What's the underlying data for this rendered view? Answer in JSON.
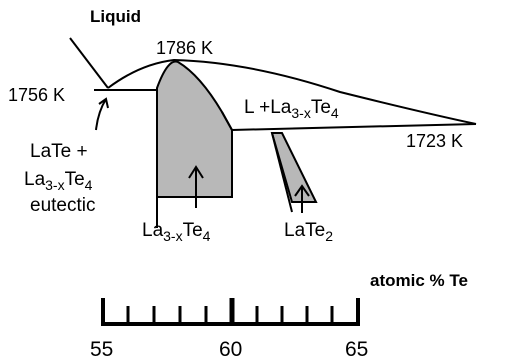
{
  "labels": {
    "liquid": "Liquid",
    "t_1786": "1786 K",
    "t_1756": "1756 K",
    "t_1723": "1723 K",
    "l_plus_prefix": "L +La",
    "l_plus_sub": "3-x",
    "l_plus_suffix": "Te",
    "l_plus_sub2": "4",
    "late_plus": "LaTe +",
    "eut_la": "La",
    "eut_sub": "3-x",
    "eut_te": "Te",
    "eut_sub2": "4",
    "eutectic": "eutectic",
    "phase_la": "La",
    "phase_sub": "3-x",
    "phase_te": "Te",
    "phase_sub2": "4",
    "late2_main": "LaTe",
    "late2_sub": "2",
    "axis_title": "atomic % Te"
  },
  "axis": {
    "ticks": [
      "55",
      "60",
      "65"
    ]
  },
  "colors": {
    "phase_fill": "#b8b8b8",
    "stroke": "#000000"
  }
}
